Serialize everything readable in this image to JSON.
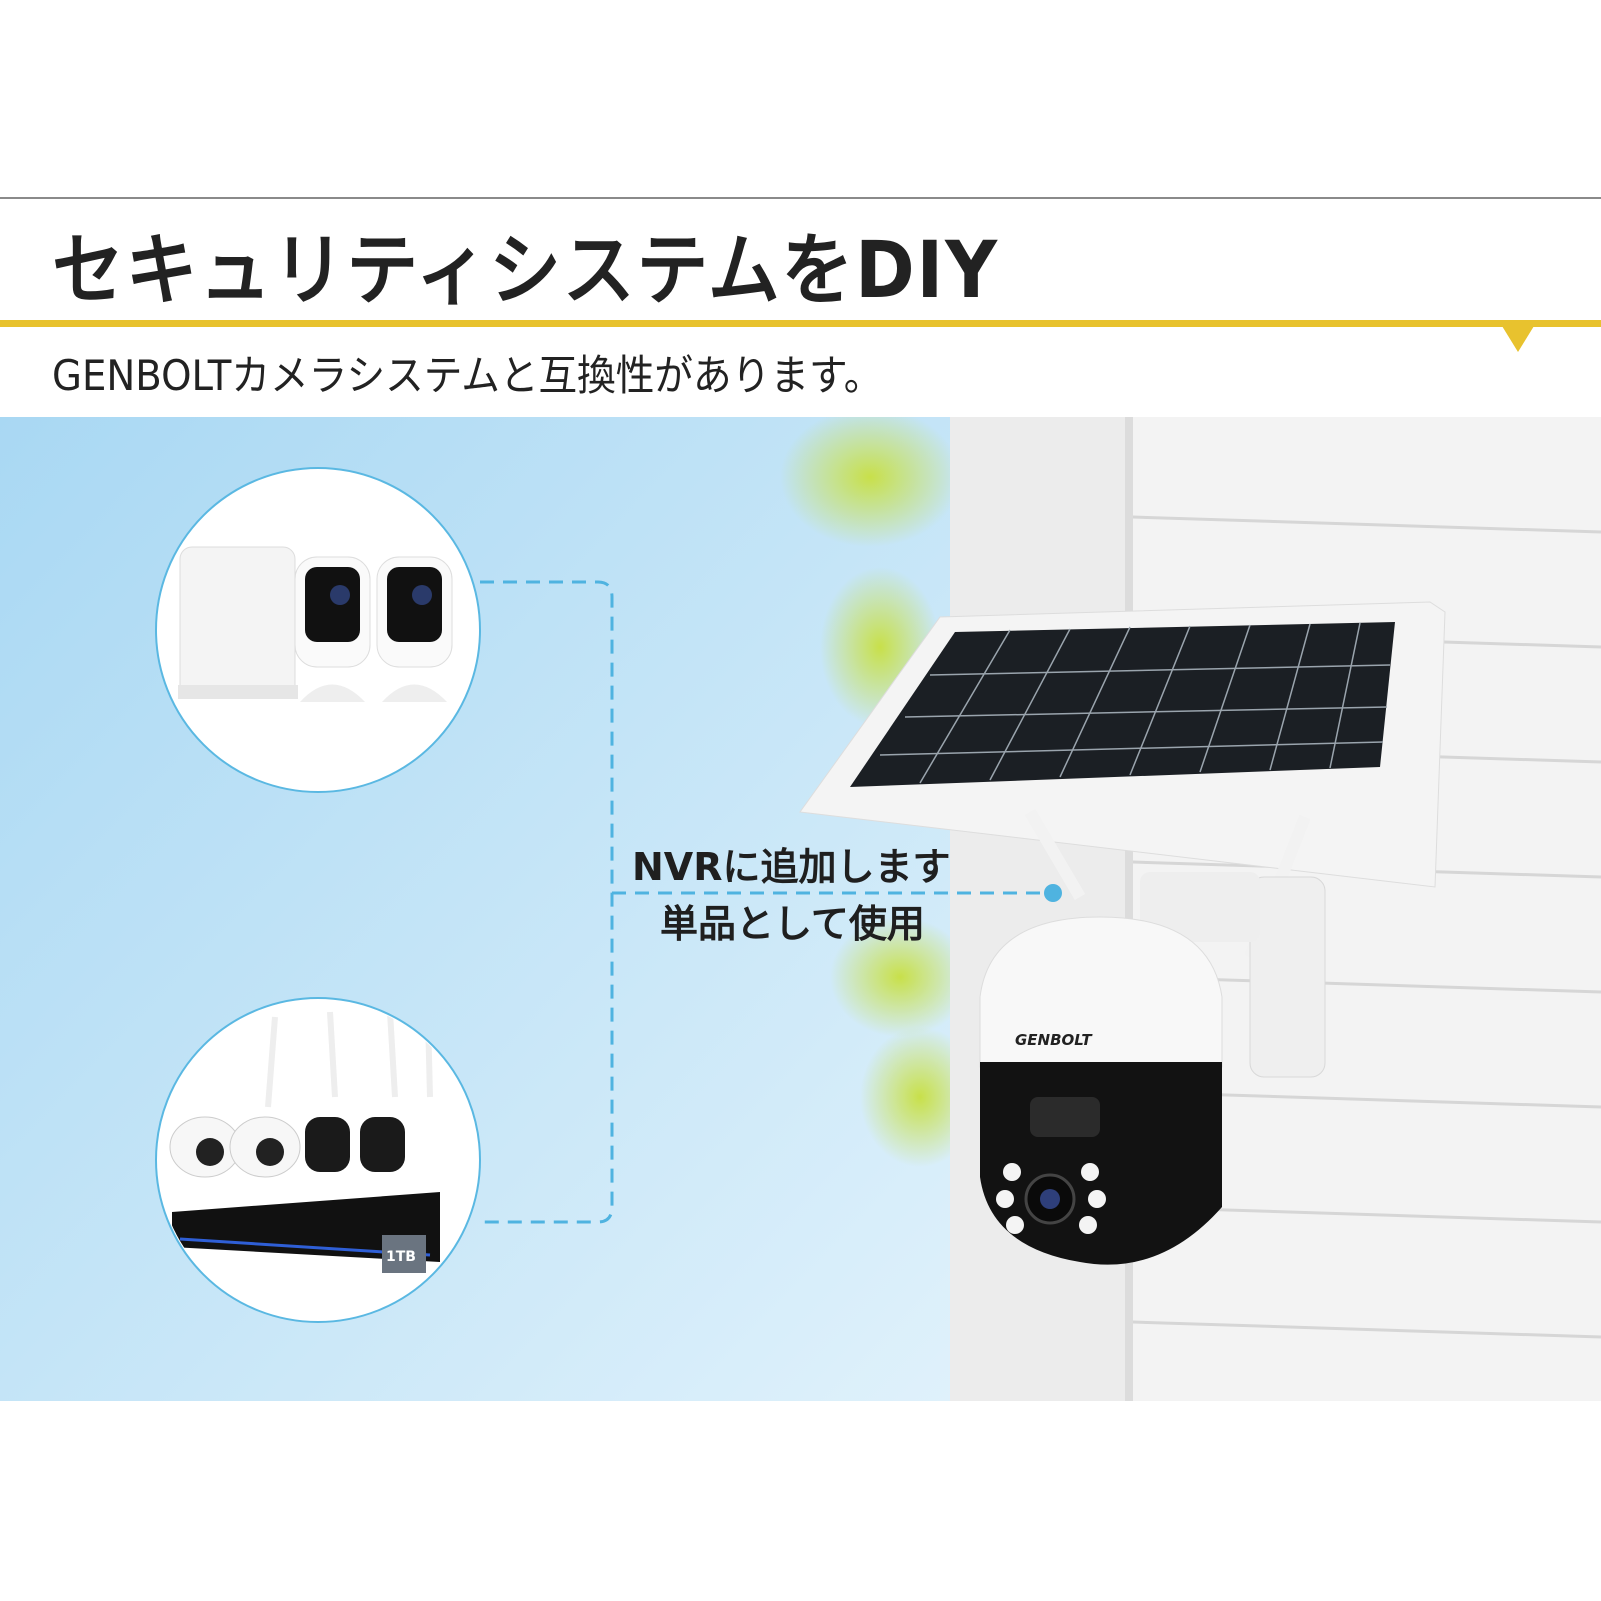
{
  "header": {
    "title": "セキュリティシステムをDIY",
    "subtitle": "GENBOLTカメラシステムと互換性があります。"
  },
  "diagram": {
    "label_top": "NVRに追加します",
    "label_bottom": "単品として使用",
    "brand_on_camera": "GENBOLT",
    "hdd_label": "1TB"
  },
  "colors": {
    "accent_yellow": "#e8c22e",
    "dash_blue": "#4fb3e0",
    "sky_blue": "#bfe3f7"
  }
}
